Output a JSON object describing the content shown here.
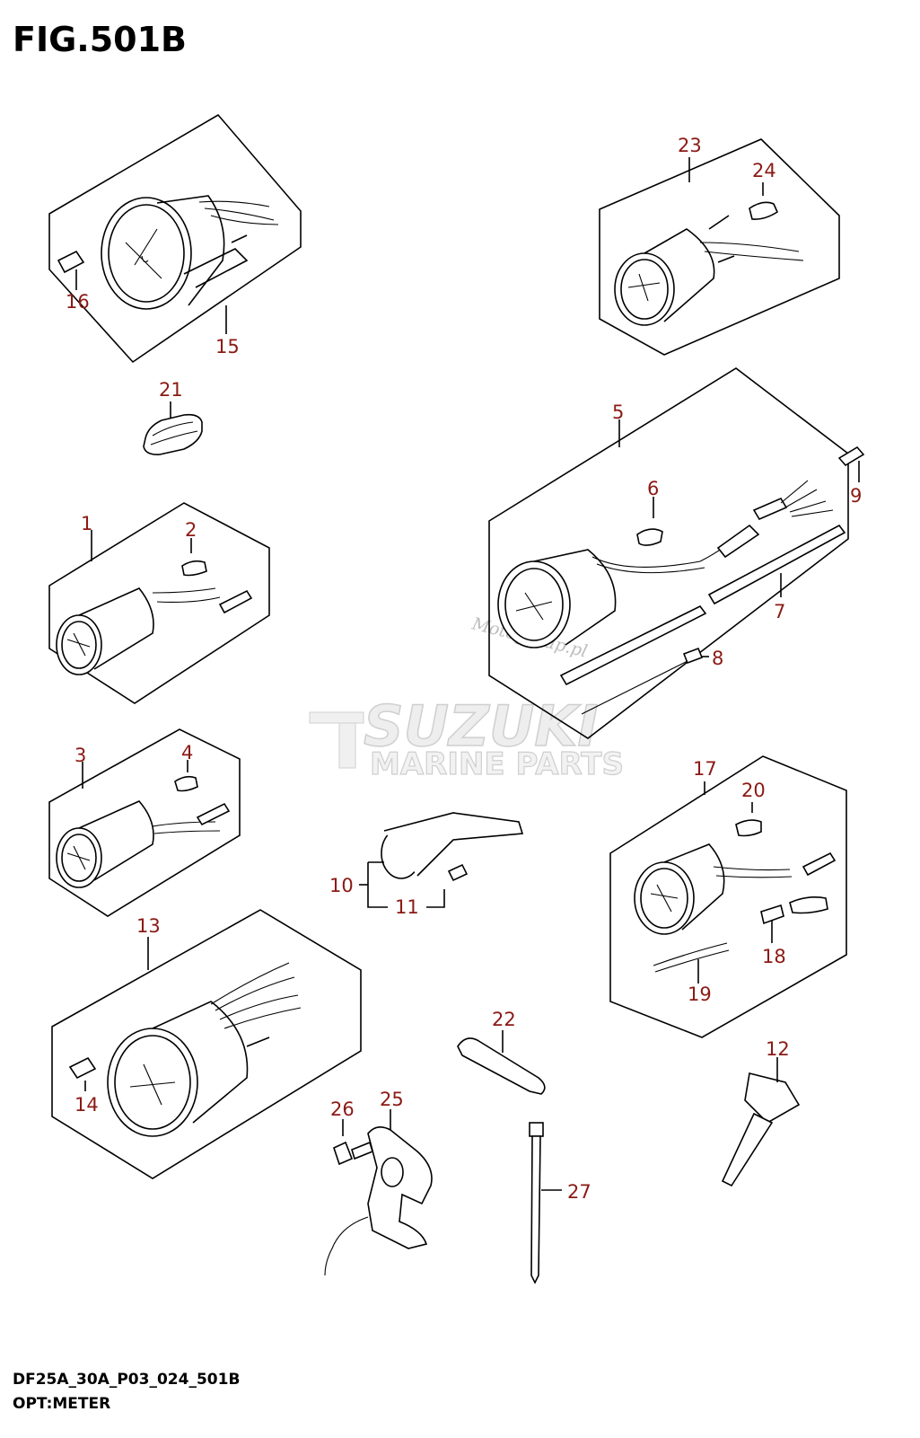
{
  "figure": {
    "title": "FIG.501B"
  },
  "footer": {
    "reference": "DF25A_30A_P03_024_501B",
    "description": "OPT:METER"
  },
  "watermark": {
    "brand": "SUZUKI",
    "subtitle": "MARINE PARTS",
    "site": "Motogroup.pl"
  },
  "callouts": {
    "c1": "1",
    "c2": "2",
    "c3": "3",
    "c4": "4",
    "c5": "5",
    "c6": "6",
    "c7": "7",
    "c8": "8",
    "c9": "9",
    "c10": "10",
    "c11": "11",
    "c12": "12",
    "c13": "13",
    "c14": "14",
    "c15": "15",
    "c16": "16",
    "c17": "17",
    "c18": "18",
    "c19": "19",
    "c20": "20",
    "c21": "21",
    "c22": "22",
    "c23": "23",
    "c24": "24",
    "c25": "25",
    "c26": "26",
    "c27": "27"
  },
  "colors": {
    "callout": "#8b1a14",
    "line": "#000000",
    "watermark": "#cfcfcf"
  }
}
